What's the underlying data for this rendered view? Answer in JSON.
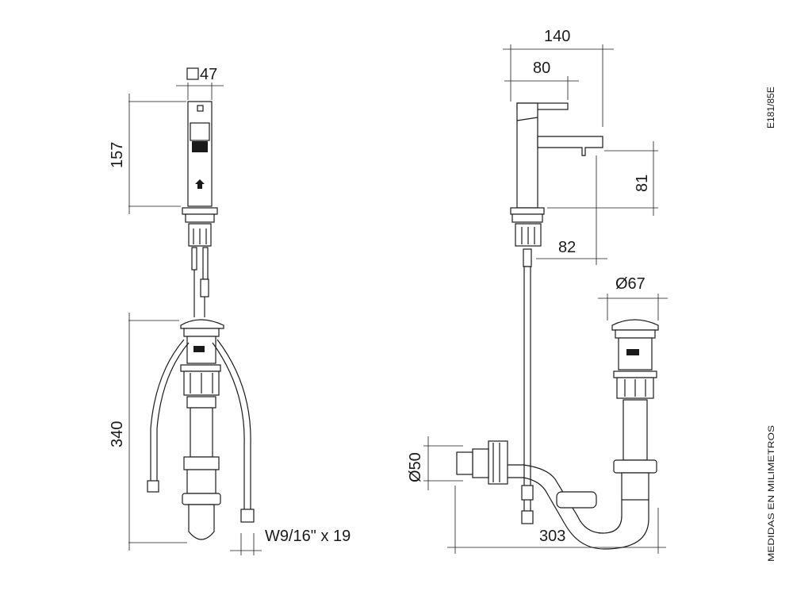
{
  "dimensions": {
    "square_size": "47",
    "faucet_height": "157",
    "drain_height": "340",
    "hose_thread": "W9/16\" x 19",
    "spout_length": "140",
    "body_to_spout": "80",
    "spout_clearance": "81",
    "spout_projection": "82",
    "drain_diameter": "Ø67",
    "trap_outlet_diameter": "Ø50",
    "trap_length": "303"
  },
  "labels": {
    "model_code": "E181/85E",
    "units_note": "MEDIDAS EN MILIMETROS"
  }
}
